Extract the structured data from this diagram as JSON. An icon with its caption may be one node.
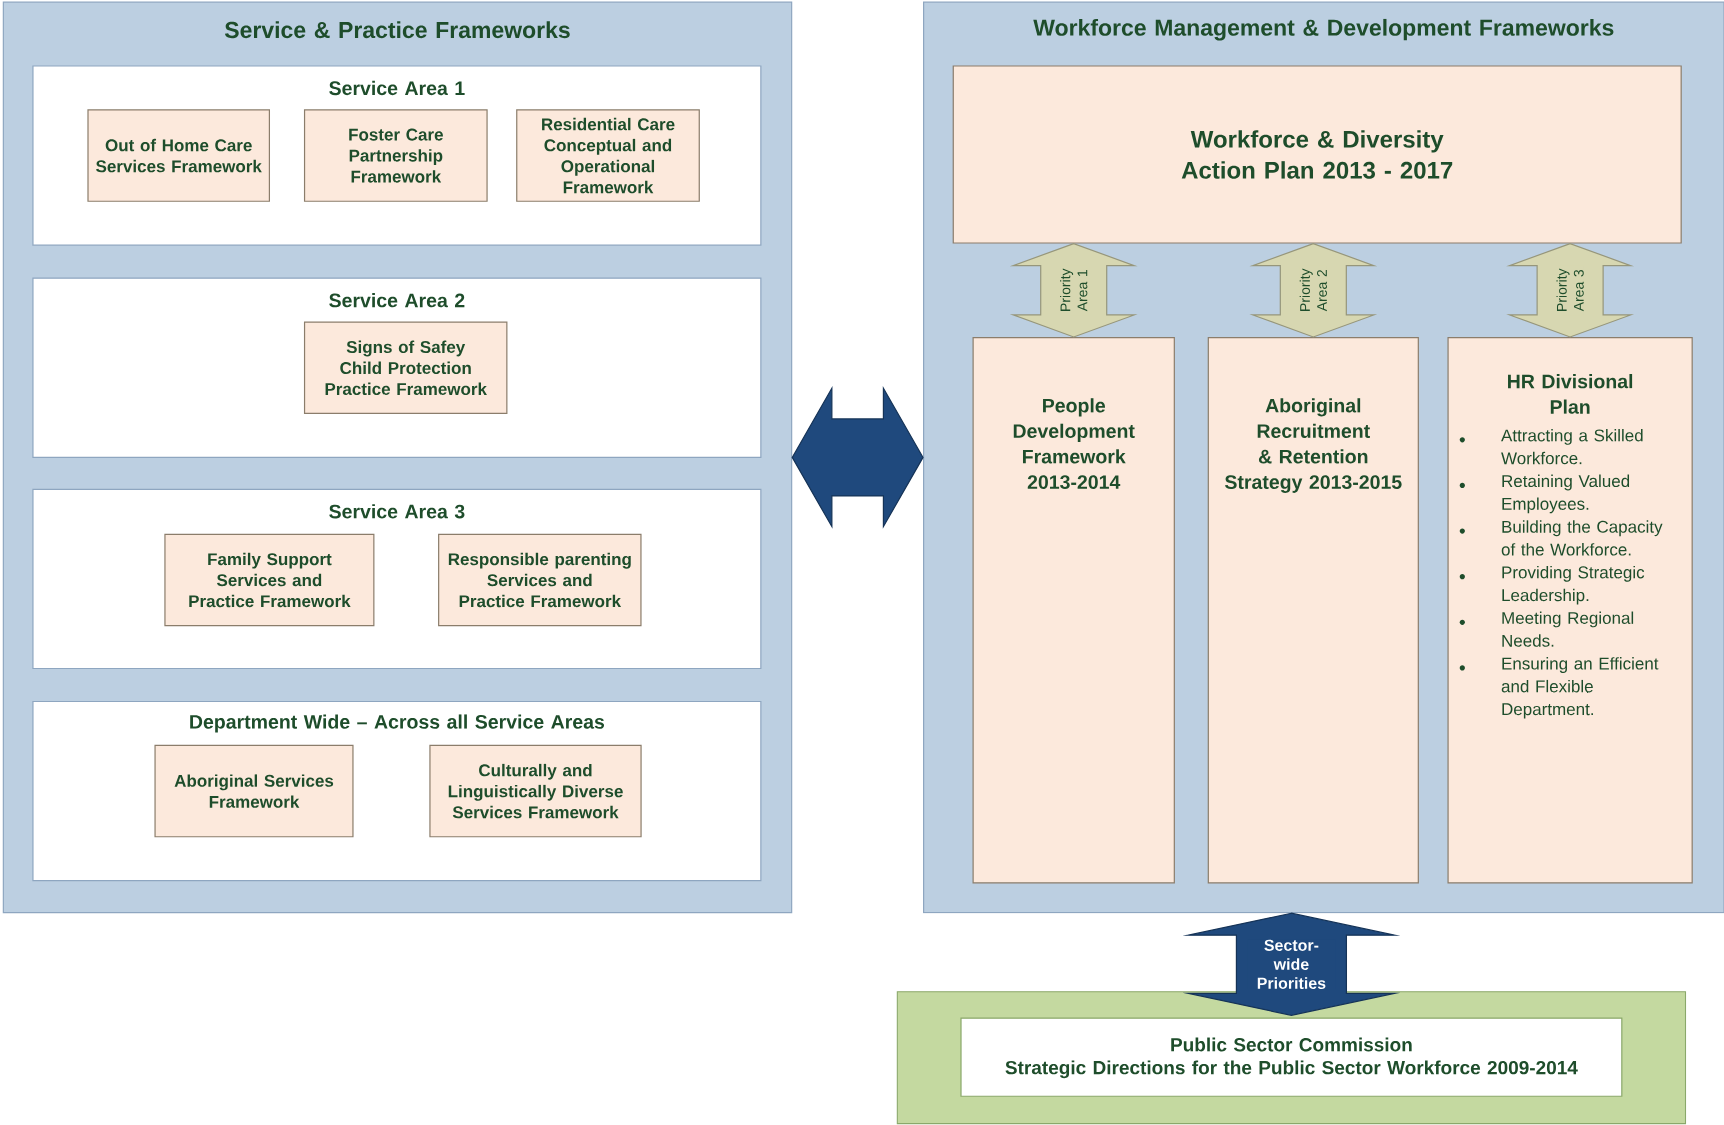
{
  "diagram": {
    "nodes": [
      {
        "text": [
          "Service & Practice Frameworks"
        ]
      },
      {
        "text": [
          "Service Area 1"
        ],
        "in": 0
      },
      {
        "text": [
          "Out of Home Care Services Framework"
        ],
        "in": 1
      },
      {
        "text": [
          "Foster Care Partnership Framework"
        ],
        "in": 1
      },
      {
        "text": [
          "Residential Care Conceptual and Operational Framework"
        ],
        "in": 1
      },
      {
        "text": [
          "Service Area 2"
        ],
        "in": 0
      },
      {
        "text": [
          "Signs of Safey Child Protection Practice Framework"
        ],
        "in": 5
      },
      {
        "text": [
          "Service Area 3"
        ],
        "in": 0
      },
      {
        "text": [
          "Family Support Services and Practice Framework"
        ],
        "in": 7
      },
      {
        "text": [
          "Responsible parenting Services and Practice Framework"
        ],
        "in": 7
      },
      {
        "text": [
          "Department Wide – Across all Service Areas"
        ],
        "in": 0
      },
      {
        "text": [
          "Aboriginal Services Framework"
        ],
        "in": 10
      },
      {
        "text": [
          "Culturally and Linguistically Diverse Services Framework"
        ],
        "in": 10
      },
      {
        "text": [
          "Workforce Management & Development Frameworks"
        ]
      },
      {
        "text": [
          "Workforce & Diversity Action Plan 2013 - 2017"
        ],
        "in": 13
      },
      {
        "text": [
          "People Development Framework 2013-2014"
        ],
        "in": 13
      },
      {
        "text": [
          "Aboriginal Recruitment & Retention Strategy 2013-2015"
        ],
        "in": 13
      },
      {
        "text": [
          "HR Divisional Plan",
          "Attracting a Skilled Workforce.",
          "Retaining Valued Employees.",
          "Building the Capacity of the Workforce.",
          "Providing Strategic Leadership.",
          "Meeting Regional Needs.",
          "Ensuring an Efficient and Flexible Department."
        ],
        "in": 13
      },
      {
        "text": [],
        "shape": "box"
      },
      {
        "text": [
          "Public Sector Commission",
          "Strategic Directions for the Public Sector Workforce 2009-2014"
        ],
        "in": 18
      }
    ],
    "edges": [
      {
        "from": 0,
        "to": 13,
        "arrow": "both",
        "color": "#1f497d"
      },
      {
        "from": 14,
        "to": 15,
        "arrow": "both",
        "label": "Priority Area 1"
      },
      {
        "from": 14,
        "to": 16,
        "arrow": "both",
        "label": "Priority Area 2"
      },
      {
        "from": 14,
        "to": 17,
        "arrow": "both",
        "label": "Priority Area 3"
      },
      {
        "from": 13,
        "to": 18,
        "arrow": "both",
        "label": "Sector-wide Priorities",
        "color": "#1f497d"
      }
    ]
  }
}
